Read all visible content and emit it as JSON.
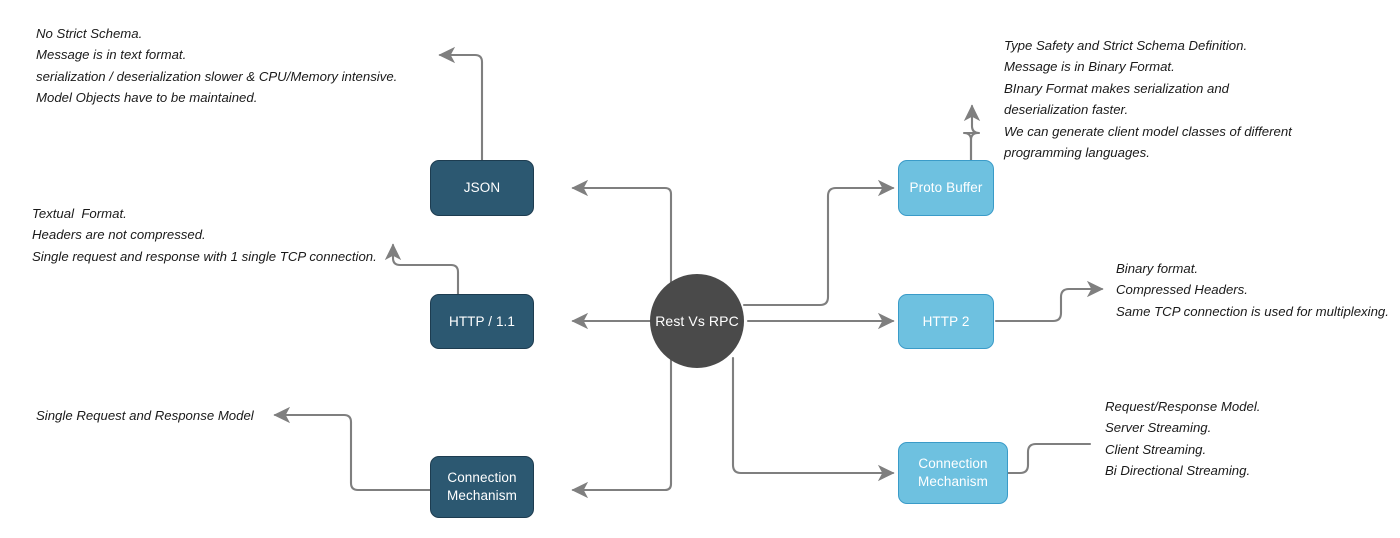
{
  "diagram": {
    "hub": {
      "label": "Rest Vs RPC"
    },
    "left_nodes": [
      {
        "id": "json",
        "label": "JSON"
      },
      {
        "id": "http11",
        "label": "HTTP / 1.1"
      },
      {
        "id": "connection-mechanism-rest",
        "label": "Connection\nMechanism"
      }
    ],
    "right_nodes": [
      {
        "id": "proto-buffer",
        "label": "Proto Buffer"
      },
      {
        "id": "http2",
        "label": "HTTP 2"
      },
      {
        "id": "connection-mechanism-rpc",
        "label": "Connection\nMechanism"
      }
    ],
    "notes": {
      "json": "No Strict Schema.\nMessage is in text format.\nserialization / deserialization slower & CPU/Memory intensive.\nModel Objects have to be maintained.",
      "http11": "Textual  Format.\nHeaders are not compressed.\nSingle request and response with 1 single TCP connection.",
      "connection_rest": "Single Request and Response Model",
      "proto_buffer": "Type Safety and Strict Schema Definition.\nMessage is in Binary Format.\nBInary Format makes serialization and\ndeserialization faster.\nWe can generate client model classes of different\nprogramming languages.",
      "http2": "Binary format.\nCompressed Headers.\nSame TCP connection is used for multiplexing.",
      "connection_rpc": "Request/Response Model.\nServer Streaming.\nClient Streaming.\nBi Directional Streaming."
    },
    "colors": {
      "hub_fill": "#4a4a4a",
      "left_node_fill": "#2c5871",
      "left_node_stroke": "#1d3c50",
      "right_node_fill": "#6ec1e0",
      "right_node_stroke": "#3a9bc8",
      "connector": "#7f7f7f",
      "text": "#1a1a1a"
    }
  }
}
